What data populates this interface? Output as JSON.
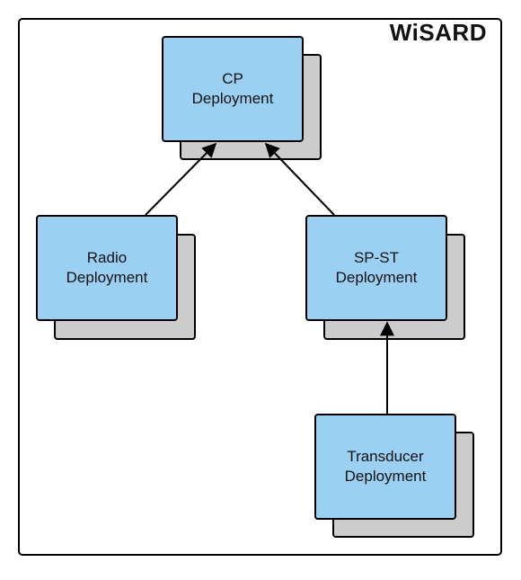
{
  "title": "WiSARD",
  "nodes": {
    "cp": {
      "line1": "CP",
      "line2": "Deployment"
    },
    "radio": {
      "line1": "Radio",
      "line2": "Deployment"
    },
    "spst": {
      "line1": "SP-ST",
      "line2": "Deployment"
    },
    "transducer": {
      "line1": "Transducer",
      "line2": "Deployment"
    }
  },
  "colors": {
    "box_fill": "#9bd0f3",
    "shadow_fill": "#cccccc",
    "line": "#000000"
  },
  "edges": [
    {
      "from": "radio",
      "to": "cp"
    },
    {
      "from": "spst",
      "to": "cp"
    },
    {
      "from": "transducer",
      "to": "spst"
    }
  ]
}
